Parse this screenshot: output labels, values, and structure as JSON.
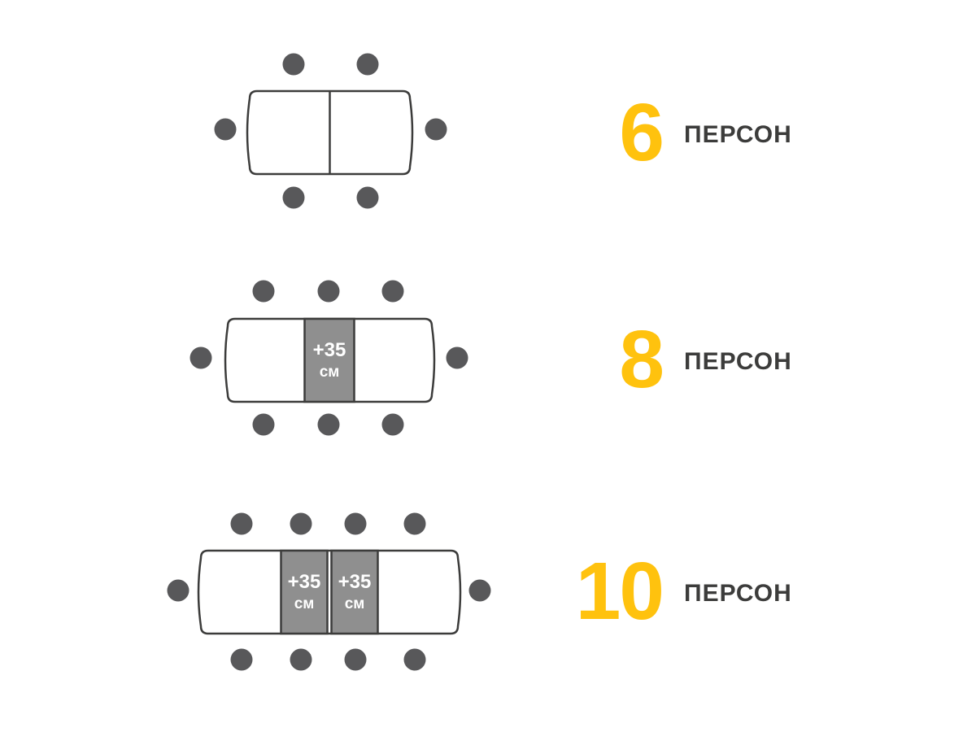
{
  "page": {
    "background": "#ffffff",
    "description_colors": {
      "accent_yellow": "#FFC20E",
      "chair_gray": "#58585A",
      "outline_gray": "#3C3C3B",
      "insert_gray": "#8F8F8F",
      "insert_text": "#FFFFFF"
    }
  },
  "rows": [
    {
      "persons": "6",
      "unit": "ПЕРСОН",
      "chairs": 6,
      "inserts": []
    },
    {
      "persons": "8",
      "unit": "ПЕРСОН",
      "chairs": 8,
      "inserts": [
        {
          "line1": "+35",
          "line2": "см"
        }
      ]
    },
    {
      "persons": "10",
      "unit": "ПЕРСОН",
      "chairs": 10,
      "inserts": [
        {
          "line1": "+35",
          "line2": "см"
        },
        {
          "line1": "+35",
          "line2": "см"
        }
      ]
    }
  ]
}
